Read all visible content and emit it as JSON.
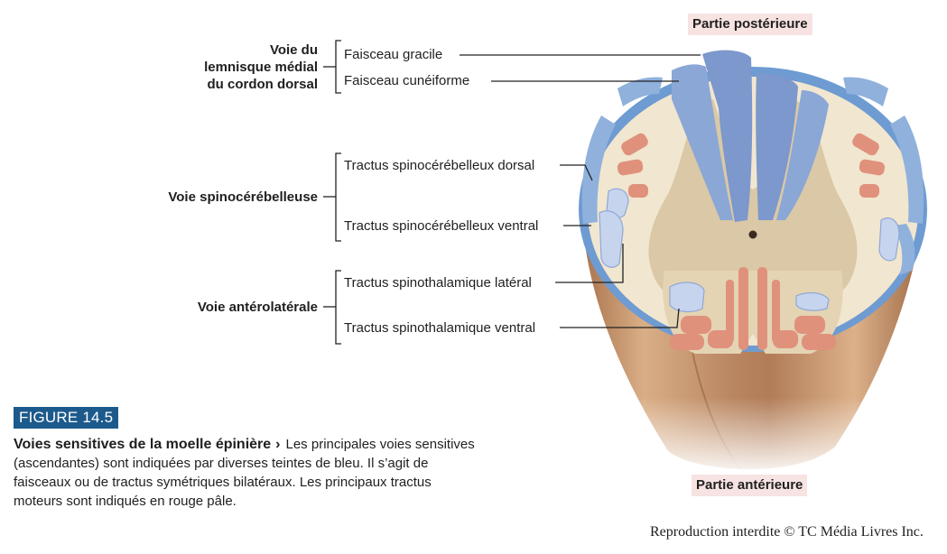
{
  "labels": {
    "posterior": "Partie postérieure",
    "anterior": "Partie antérieure"
  },
  "groups": [
    {
      "title_lines": [
        "Voie du",
        "lemnisque médial",
        "du cordon dorsal"
      ],
      "tracts": [
        "Faisceau gracile",
        "Faisceau cunéiforme"
      ]
    },
    {
      "title_lines": [
        "Voie spinocérébelleuse"
      ],
      "tracts": [
        "Tractus spinocérébelleux dorsal",
        "Tractus spinocérébelleux ventral"
      ]
    },
    {
      "title_lines": [
        "Voie antérolatérale"
      ],
      "tracts": [
        "Tractus spinothalamique latéral",
        "Tractus spinothalamique ventral"
      ]
    }
  ],
  "figure": {
    "number": "FIGURE 14.5",
    "title": "Voies sensitives de la moelle épinière",
    "arrow": "›",
    "text": "Les principales voies sensitives (ascendantes) sont indiquées par diverses teintes de bleu. Il s’agit de faisceaux ou de tractus symétriques bilatéraux. Les principaux tractus moteurs sont indiqués en rouge pâle."
  },
  "copyright": "Reproduction interdite © TC Média Livres Inc.",
  "colors": {
    "sensory_blue": "#8fb1dc",
    "dorsal_column_blue": "#7c98cc",
    "motor_red": "#e0917c",
    "gray_matter": "#dac8a6",
    "white_matter": "#f1e6cf",
    "cord_surface": "#c99a74",
    "label_bg": "#f6e3e2",
    "figure_badge": "#1c5a8c"
  }
}
